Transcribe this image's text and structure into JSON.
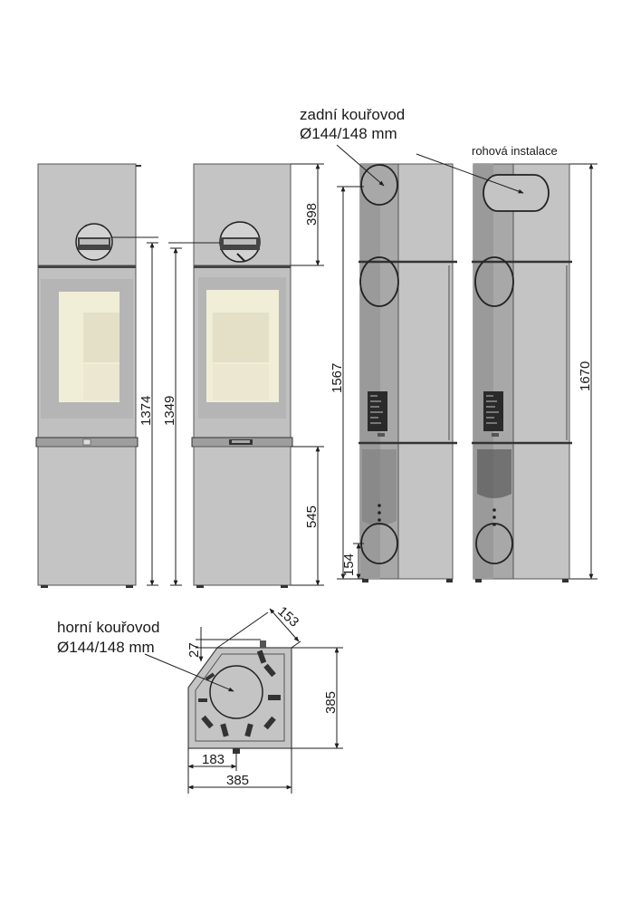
{
  "labels": {
    "rear_flue_name": "zadní kouřovod",
    "rear_flue_dia": "Ø144/148 mm",
    "corner_install": "rohová instalace",
    "top_flue_name": "horní kouřovod",
    "top_flue_dia": "Ø144/148 mm"
  },
  "dimensions": {
    "h1374": "1374",
    "h1349": "1349",
    "h398": "398",
    "h545": "545",
    "h1567": "1567",
    "h154": "154",
    "h1670": "1670",
    "d153": "153",
    "d27": "27",
    "d385_side": "385",
    "d183": "183",
    "d385_bottom": "385"
  },
  "colors": {
    "body": "#c3c3c3",
    "body_dark": "#9e9e9e",
    "body_shadow": "#8a8a8a",
    "glass": "#f1eed8",
    "line": "#1e1e1e"
  }
}
